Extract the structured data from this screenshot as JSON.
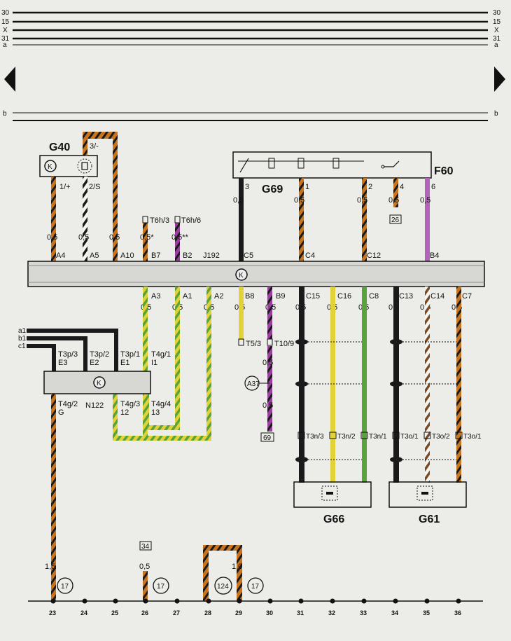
{
  "rails": {
    "r30": "30",
    "r15": "15",
    "rX": "X",
    "r31": "31",
    "a": "a",
    "b": "b"
  },
  "components": {
    "g40": "G40",
    "g69": "G69",
    "f60": "F60",
    "j192": "J192",
    "n122": "N122",
    "a37": "A37",
    "g66": "G66",
    "g61": "G61",
    "k": "K"
  },
  "top_labels": {
    "g40_1": "1/+",
    "g40_2": "2/S",
    "g40_3": "3/-",
    "g69_3": "3",
    "g69_1": "1",
    "g69_2": "2",
    "f60_4": "4",
    "f60_6": "6"
  },
  "j192_top_pins": [
    "A4",
    "A5",
    "A10",
    "B7",
    "B2",
    "J192",
    "C5",
    "C4",
    "C12",
    "B4"
  ],
  "j192_bottom_pins": [
    "A3",
    "A1",
    "A2",
    "B8",
    "B9",
    "C15",
    "C16",
    "C8",
    "C13",
    "C14",
    "C7"
  ],
  "wire_sizes": {
    "s05": "0,5",
    "s05a": "0,5*",
    "s05b": "0,5**",
    "s15": "1,5",
    "s10": "1,0"
  },
  "connectors": {
    "t6h3": "T6h/3",
    "t6h6": "T6h/6",
    "t3p3": "T3p/3",
    "t3p2": "T3p/2",
    "t3p1": "T3p/1",
    "t4g1": "T4g/1",
    "e3": "E3",
    "e2": "E2",
    "e1": "E1",
    "i1": "I1",
    "t4g2": "T4g/2",
    "gg": "G",
    "t4g3": "T4g/3",
    "n12": "12",
    "t4g4": "T4g/4",
    "n13": "13",
    "t53": "T5/3",
    "t109": "T10/9",
    "t3n3": "T3n/3",
    "t3n2": "T3n/2",
    "t3n1": "T3n/1",
    "t3o1a": "T3o/1",
    "t3o2": "T3o/2",
    "t3o1b": "T3o/1"
  },
  "left_inputs": [
    "a1",
    "b1",
    "c1"
  ],
  "refs": {
    "r26": "26",
    "r69": "69",
    "r34": "34",
    "r17": "17",
    "r124": "124"
  },
  "columns": [
    "23",
    "24",
    "25",
    "26",
    "27",
    "28",
    "29",
    "30",
    "31",
    "32",
    "33",
    "34",
    "35",
    "36"
  ],
  "colors": {
    "wire_black": "#1a1a1a",
    "wire_orange": "#c8741f",
    "wire_green": "#5aa33a",
    "wire_yellow": "#e2d23a",
    "wire_violet": "#9a3fa0",
    "wire_brown": "#7a4a22",
    "bus": "#d7d7d3"
  }
}
